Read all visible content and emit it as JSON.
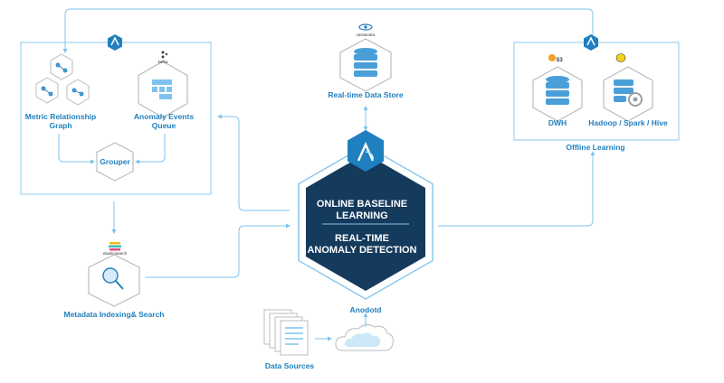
{
  "labels": {
    "metric_graph": "Metric Relationship\nGraph",
    "anomaly_queue": "Anomaly Events\nQueue",
    "grouper": "Grouper",
    "realtime_store": "Real-time Data Store",
    "dwh": "DWH",
    "hadoop": "Hadoop / Spark / Hive",
    "offline_learning": "Offline Learning",
    "center_top": "ONLINE BASELINE\nLEARNING",
    "center_bottom": "REAL-TIME\nANOMALY DETECTION",
    "anodotd": "Anodotd",
    "metadata": "Metadata Indexing& Search",
    "data_sources": "Data Sources"
  },
  "logos": {
    "kafka": "kafka",
    "cassandra": "cassandra",
    "s3": "S3",
    "elasticsearch": "elasticsearch"
  },
  "colors": {
    "accent": "#1f7fbf",
    "line": "#7fc3ec",
    "hex_fill": "#143a5c",
    "gray_stroke": "#b9bcc0"
  }
}
